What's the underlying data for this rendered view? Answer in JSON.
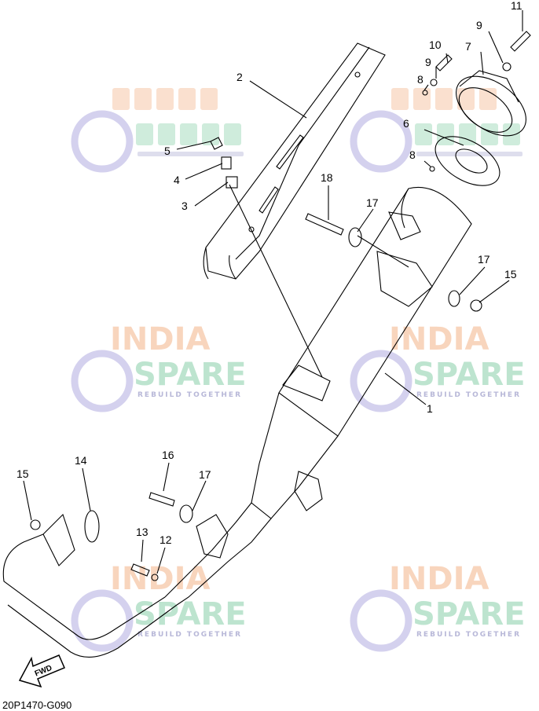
{
  "diagram": {
    "code": "20P1470-G090",
    "direction_label": "FWD",
    "watermark": {
      "line1": "INDIA",
      "line2": "SPARE",
      "tagline": "REBUILD TOGETHER"
    },
    "callouts": [
      {
        "id": "c11",
        "text": "11"
      },
      {
        "id": "c9a",
        "text": "9"
      },
      {
        "id": "c10",
        "text": "10"
      },
      {
        "id": "c7",
        "text": "7"
      },
      {
        "id": "c9b",
        "text": "9"
      },
      {
        "id": "c8a",
        "text": "8"
      },
      {
        "id": "c6",
        "text": "6"
      },
      {
        "id": "c8b",
        "text": "8"
      },
      {
        "id": "c2",
        "text": "2"
      },
      {
        "id": "c5",
        "text": "5"
      },
      {
        "id": "c4",
        "text": "4"
      },
      {
        "id": "c3",
        "text": "3"
      },
      {
        "id": "c18",
        "text": "18"
      },
      {
        "id": "c17a",
        "text": "17"
      },
      {
        "id": "c17b",
        "text": "17"
      },
      {
        "id": "c15a",
        "text": "15"
      },
      {
        "id": "c1",
        "text": "1"
      },
      {
        "id": "c16",
        "text": "16"
      },
      {
        "id": "c17c",
        "text": "17"
      },
      {
        "id": "c14",
        "text": "14"
      },
      {
        "id": "c15b",
        "text": "15"
      },
      {
        "id": "c13",
        "text": "13"
      },
      {
        "id": "c12",
        "text": "12"
      }
    ]
  }
}
